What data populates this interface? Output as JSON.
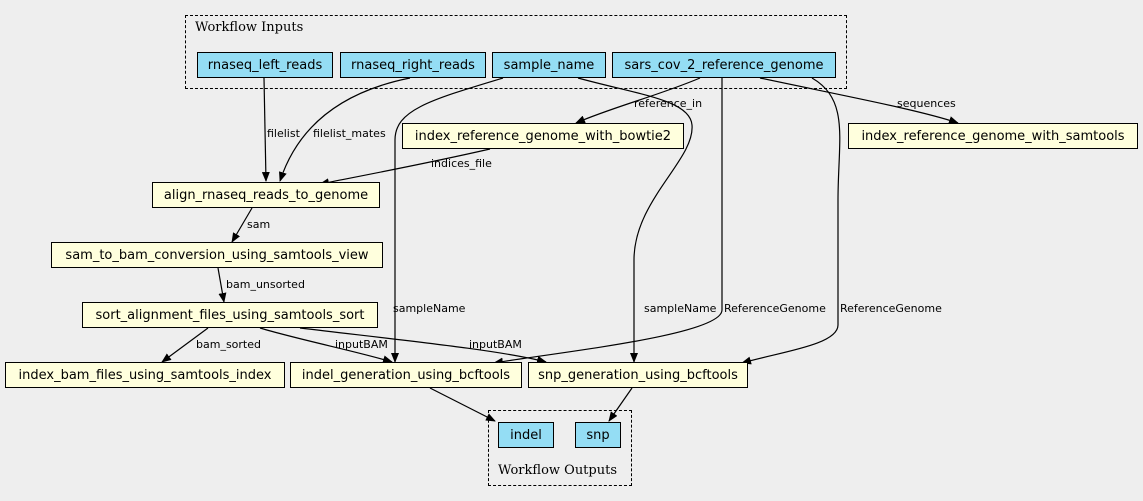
{
  "colors": {
    "input": "#94ddf4",
    "step": "#ffffdd",
    "output": "#94ddf4",
    "background": "#eeeeee"
  },
  "clusters": {
    "inputs": {
      "title": "Workflow Inputs"
    },
    "outputs": {
      "title": "Workflow Outputs"
    }
  },
  "nodes": {
    "rnaseq_left_reads": "rnaseq_left_reads",
    "rnaseq_right_reads": "rnaseq_right_reads",
    "sample_name": "sample_name",
    "sars_cov_2_reference_genome": "sars_cov_2_reference_genome",
    "index_reference_genome_with_bowtie2": "index_reference_genome_with_bowtie2",
    "index_reference_genome_with_samtools": "index_reference_genome_with_samtools",
    "align_rnaseq_reads_to_genome": "align_rnaseq_reads_to_genome",
    "sam_to_bam_conversion_using_samtools_view": "sam_to_bam_conversion_using_samtools_view",
    "sort_alignment_files_using_samtools_sort": "sort_alignment_files_using_samtools_sort",
    "index_bam_files_using_samtools_index": "index_bam_files_using_samtools_index",
    "indel_generation_using_bcftools": "indel_generation_using_bcftools",
    "snp_generation_using_bcftools": "snp_generation_using_bcftools",
    "indel": "indel",
    "snp": "snp"
  },
  "edges": {
    "filelist": "filelist",
    "filelist_mates": "filelist_mates",
    "reference_in": "reference_in",
    "sequences": "sequences",
    "indices_file": "indices_file",
    "sam": "sam",
    "bam_unsorted": "bam_unsorted",
    "bam_sorted": "bam_sorted",
    "inputBAM_indel": "inputBAM",
    "inputBAM_snp": "inputBAM",
    "sampleName_indel": "sampleName",
    "sampleName_snp": "sampleName",
    "ReferenceGenome_indel": "ReferenceGenome",
    "ReferenceGenome_snp": "ReferenceGenome"
  }
}
